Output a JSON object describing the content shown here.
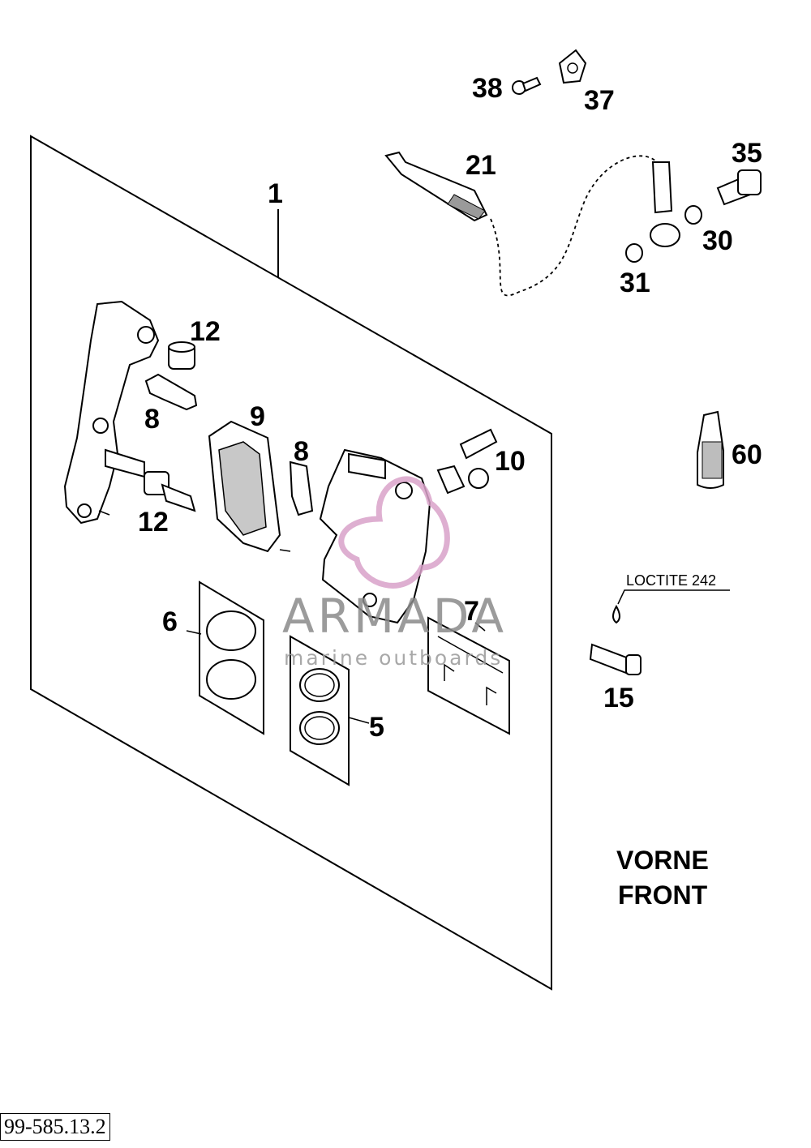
{
  "callouts": {
    "c1": "1",
    "c5": "5",
    "c6": "6",
    "c7": "7",
    "c8a": "8",
    "c8b": "8",
    "c9": "9",
    "c10": "10",
    "c12a": "12",
    "c12b": "12",
    "c15": "15",
    "c21": "21",
    "c30": "30",
    "c31": "31",
    "c35": "35",
    "c37": "37",
    "c38": "38",
    "c60": "60"
  },
  "annotations": {
    "loctite": "LOCTITE 242",
    "side_de": "VORNE",
    "side_en": "FRONT"
  },
  "drawing_code": "99-585.13.2",
  "watermark": {
    "brand": "ARMADA",
    "tagline": "marine outboards",
    "color": "#d9a2c9"
  }
}
